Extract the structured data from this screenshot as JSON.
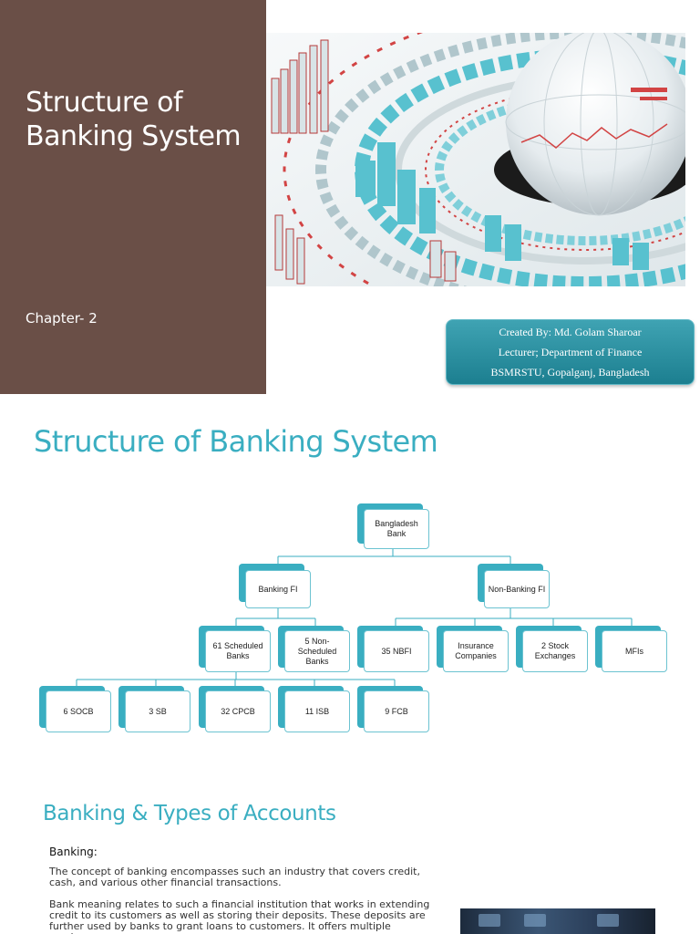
{
  "slide1": {
    "title": "Structure of Banking System",
    "chapter": "Chapter- 2",
    "credit": {
      "line1": "Created By: Md. Golam Sharoar",
      "line2": "Lecturer; Department of Finance",
      "line3": "BSMRSTU, Gopalganj, Bangladesh"
    },
    "colors": {
      "panel": "#6a4f47",
      "credit_box": "#2a8fa0"
    }
  },
  "slide2": {
    "title": "Structure of Banking System",
    "org_chart": {
      "root": "Bangladesh Bank",
      "level1": [
        "Banking FI",
        "Non-Banking FI"
      ],
      "banking_children": [
        "61 Scheduled Banks",
        "5 Non-Scheduled Banks"
      ],
      "non_banking_children": [
        "35 NBFI",
        "Insurance Companies",
        "2 Stock Exchanges",
        "MFIs"
      ],
      "scheduled_children": [
        "6 SOCB",
        "3 SB",
        "32 CPCB",
        "11 ISB",
        "9 FCB"
      ]
    },
    "colors": {
      "accent": "#3aaec1",
      "node_border": "#6cc3d1"
    }
  },
  "slide3": {
    "title": "Banking & Types of Accounts",
    "heading": "Banking:",
    "para1": "The concept of banking encompasses such an industry that covers credit, cash, and various other financial transactions.",
    "para2": "Bank meaning relates to such a financial institution that works in extending credit to its customers as well as storing their deposits. These deposits are further used by banks to grant loans to customers. It offers multiple services"
  }
}
